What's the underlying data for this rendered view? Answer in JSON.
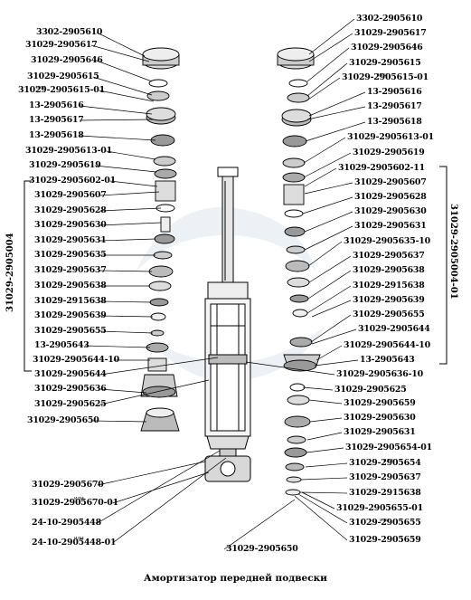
{
  "caption": "Амортизатор передней подвески",
  "or_word": "или",
  "assembly_left": "31029-2905004",
  "assembly_right": "31029-2905004-01",
  "left_labels": [
    {
      "id": "l1",
      "text": "3302-2905610"
    },
    {
      "id": "l2",
      "text": "31029-2905617"
    },
    {
      "id": "l3",
      "text": "31029-2905646"
    },
    {
      "id": "l4",
      "text": "31029-2905615"
    },
    {
      "id": "l5",
      "text": "31029-2905615-01"
    },
    {
      "id": "l6",
      "text": "13-2905616"
    },
    {
      "id": "l7",
      "text": "13-2905617"
    },
    {
      "id": "l8",
      "text": "13-2905618"
    },
    {
      "id": "l9",
      "text": "31029-2905613-01"
    },
    {
      "id": "l10",
      "text": "31029-2905619"
    },
    {
      "id": "l11",
      "text": "31029-2905602-01"
    },
    {
      "id": "l12",
      "text": "31029-2905607"
    },
    {
      "id": "l13",
      "text": "31029-2905628"
    },
    {
      "id": "l14",
      "text": "31029-2905630"
    },
    {
      "id": "l15",
      "text": "31029-2905631"
    },
    {
      "id": "l16",
      "text": "31029-2905635"
    },
    {
      "id": "l17",
      "text": "31029-2905637"
    },
    {
      "id": "l18",
      "text": "31029-2905638"
    },
    {
      "id": "l19",
      "text": "31029-2915638"
    },
    {
      "id": "l20",
      "text": "31029-2905639"
    },
    {
      "id": "l21",
      "text": "31029-2905655"
    },
    {
      "id": "l22",
      "text": "13-2905643"
    },
    {
      "id": "l23",
      "text": "31029-2905644-10"
    },
    {
      "id": "l24",
      "text": "31029-2905644"
    },
    {
      "id": "l25",
      "text": "31029-2905636"
    },
    {
      "id": "l26",
      "text": "31029-2905625"
    },
    {
      "id": "l27",
      "text": "31029-2905650"
    },
    {
      "id": "l28",
      "text": "31029-2905670"
    },
    {
      "id": "l29",
      "text": "31029-2905670-01"
    },
    {
      "id": "l30",
      "text": "24-10-2905448"
    },
    {
      "id": "l31",
      "text": "24-10-2905448-01"
    }
  ],
  "right_labels": [
    {
      "id": "r1",
      "text": "3302-2905610"
    },
    {
      "id": "r2",
      "text": "31029-2905617"
    },
    {
      "id": "r3",
      "text": "31029-2905646"
    },
    {
      "id": "r4",
      "text": "31029-2905615"
    },
    {
      "id": "r5",
      "text": "31029-2905615-01"
    },
    {
      "id": "r6",
      "text": "13-2905616"
    },
    {
      "id": "r7",
      "text": "13-2905617"
    },
    {
      "id": "r8",
      "text": "13-2905618"
    },
    {
      "id": "r9",
      "text": "31029-2905613-01"
    },
    {
      "id": "r10",
      "text": "31029-2905619"
    },
    {
      "id": "r11",
      "text": "31029-2905602-11"
    },
    {
      "id": "r12",
      "text": "31029-2905607"
    },
    {
      "id": "r13",
      "text": "31029-2905628"
    },
    {
      "id": "r14",
      "text": "31029-2905630"
    },
    {
      "id": "r15",
      "text": "31029-2905631"
    },
    {
      "id": "r16",
      "text": "31029-2905635-10"
    },
    {
      "id": "r17",
      "text": "31029-2905637"
    },
    {
      "id": "r18",
      "text": "31029-2905638"
    },
    {
      "id": "r19",
      "text": "31029-2915638"
    },
    {
      "id": "r20",
      "text": "31029-2905639"
    },
    {
      "id": "r21",
      "text": "31029-2905655"
    },
    {
      "id": "r22",
      "text": "31029-2905644"
    },
    {
      "id": "r23",
      "text": "31029-2905644-10"
    },
    {
      "id": "r24",
      "text": "13-2905643"
    },
    {
      "id": "r25",
      "text": "31029-2905636-10"
    },
    {
      "id": "r26",
      "text": "31029-2905625"
    },
    {
      "id": "r27",
      "text": "31029-2905659"
    },
    {
      "id": "r28",
      "text": "31029-2905630"
    },
    {
      "id": "r29",
      "text": "31029-2905631"
    },
    {
      "id": "r30",
      "text": "31029-2905654-01"
    },
    {
      "id": "r31",
      "text": "31029-2905654"
    },
    {
      "id": "r32",
      "text": "31029-2905637"
    },
    {
      "id": "r33",
      "text": "31029-2915638"
    },
    {
      "id": "r34",
      "text": "31029-2905655-01"
    },
    {
      "id": "r35",
      "text": "31029-2905655"
    },
    {
      "id": "r36",
      "text": "31029-2905659"
    },
    {
      "id": "r37",
      "text": "31029-2905650"
    }
  ]
}
